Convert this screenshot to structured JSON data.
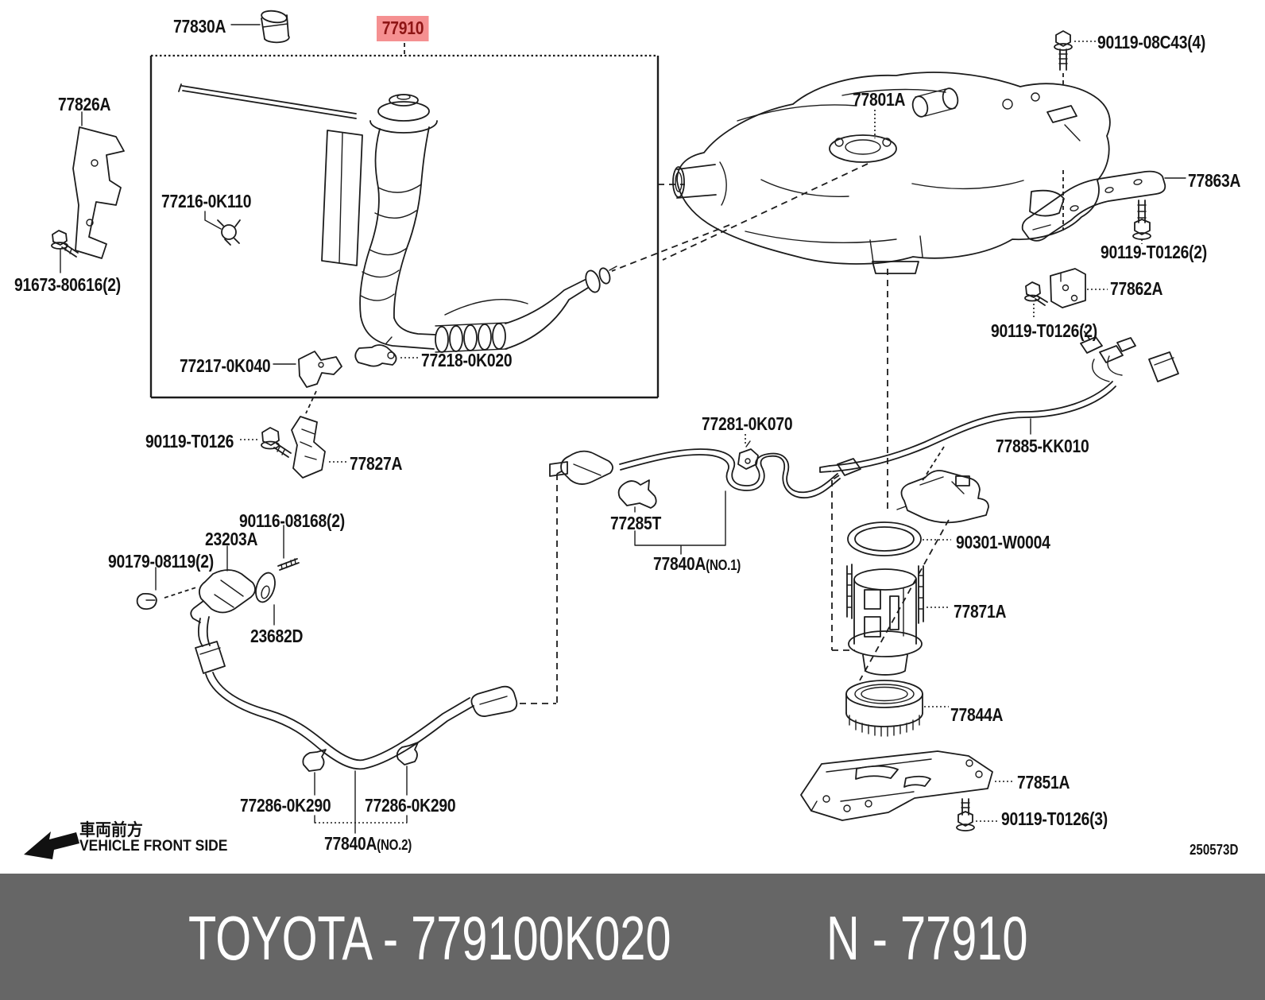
{
  "footer": {
    "left_text": "TOYOTA - 779100K020",
    "right_text": "N - 77910",
    "bg_color": "#666666",
    "text_color": "#ffffff"
  },
  "highlight": {
    "selected_part": "77910",
    "box_bg": "#F59091",
    "text_color": "#8E1515"
  },
  "drawing_number": "250573D",
  "orientation": {
    "jp": "車両前方",
    "en": "VEHICLE FRONT SIDE"
  },
  "parts": {
    "p77830A": "77830A",
    "p77910": "77910",
    "p77826A": "77826A",
    "p91673": "91673-80616(2)",
    "p77216": "77216-0K110",
    "p77217": "77217-0K040",
    "p77218": "77218-0K020",
    "p90119T0126": "90119-T0126",
    "p77827A": "77827A",
    "p90116": "90116-08168(2)",
    "p23203A": "23203A",
    "p90179": "90179-08119(2)",
    "p23682D": "23682D",
    "p77286a": "77286-0K290",
    "p77286b": "77286-0K290",
    "p77840_main": "77840A",
    "p77840no2_sub": "(NO.2)",
    "p77840no1_sub": "(NO.1)",
    "p77281": "77281-0K070",
    "p77285T": "77285T",
    "p77801A": "77801A",
    "p90119_08C43": "90119-08C43(4)",
    "p77863A": "77863A",
    "p90119T0126_2a": "90119-T0126(2)",
    "p77862A": "77862A",
    "p90119T0126_2b": "90119-T0126(2)",
    "p77885": "77885-KK010",
    "p90301": "90301-W0004",
    "p77871A": "77871A",
    "p77844A": "77844A",
    "p77851A": "77851A",
    "p90119T0126_3": "90119-T0126(3)"
  }
}
